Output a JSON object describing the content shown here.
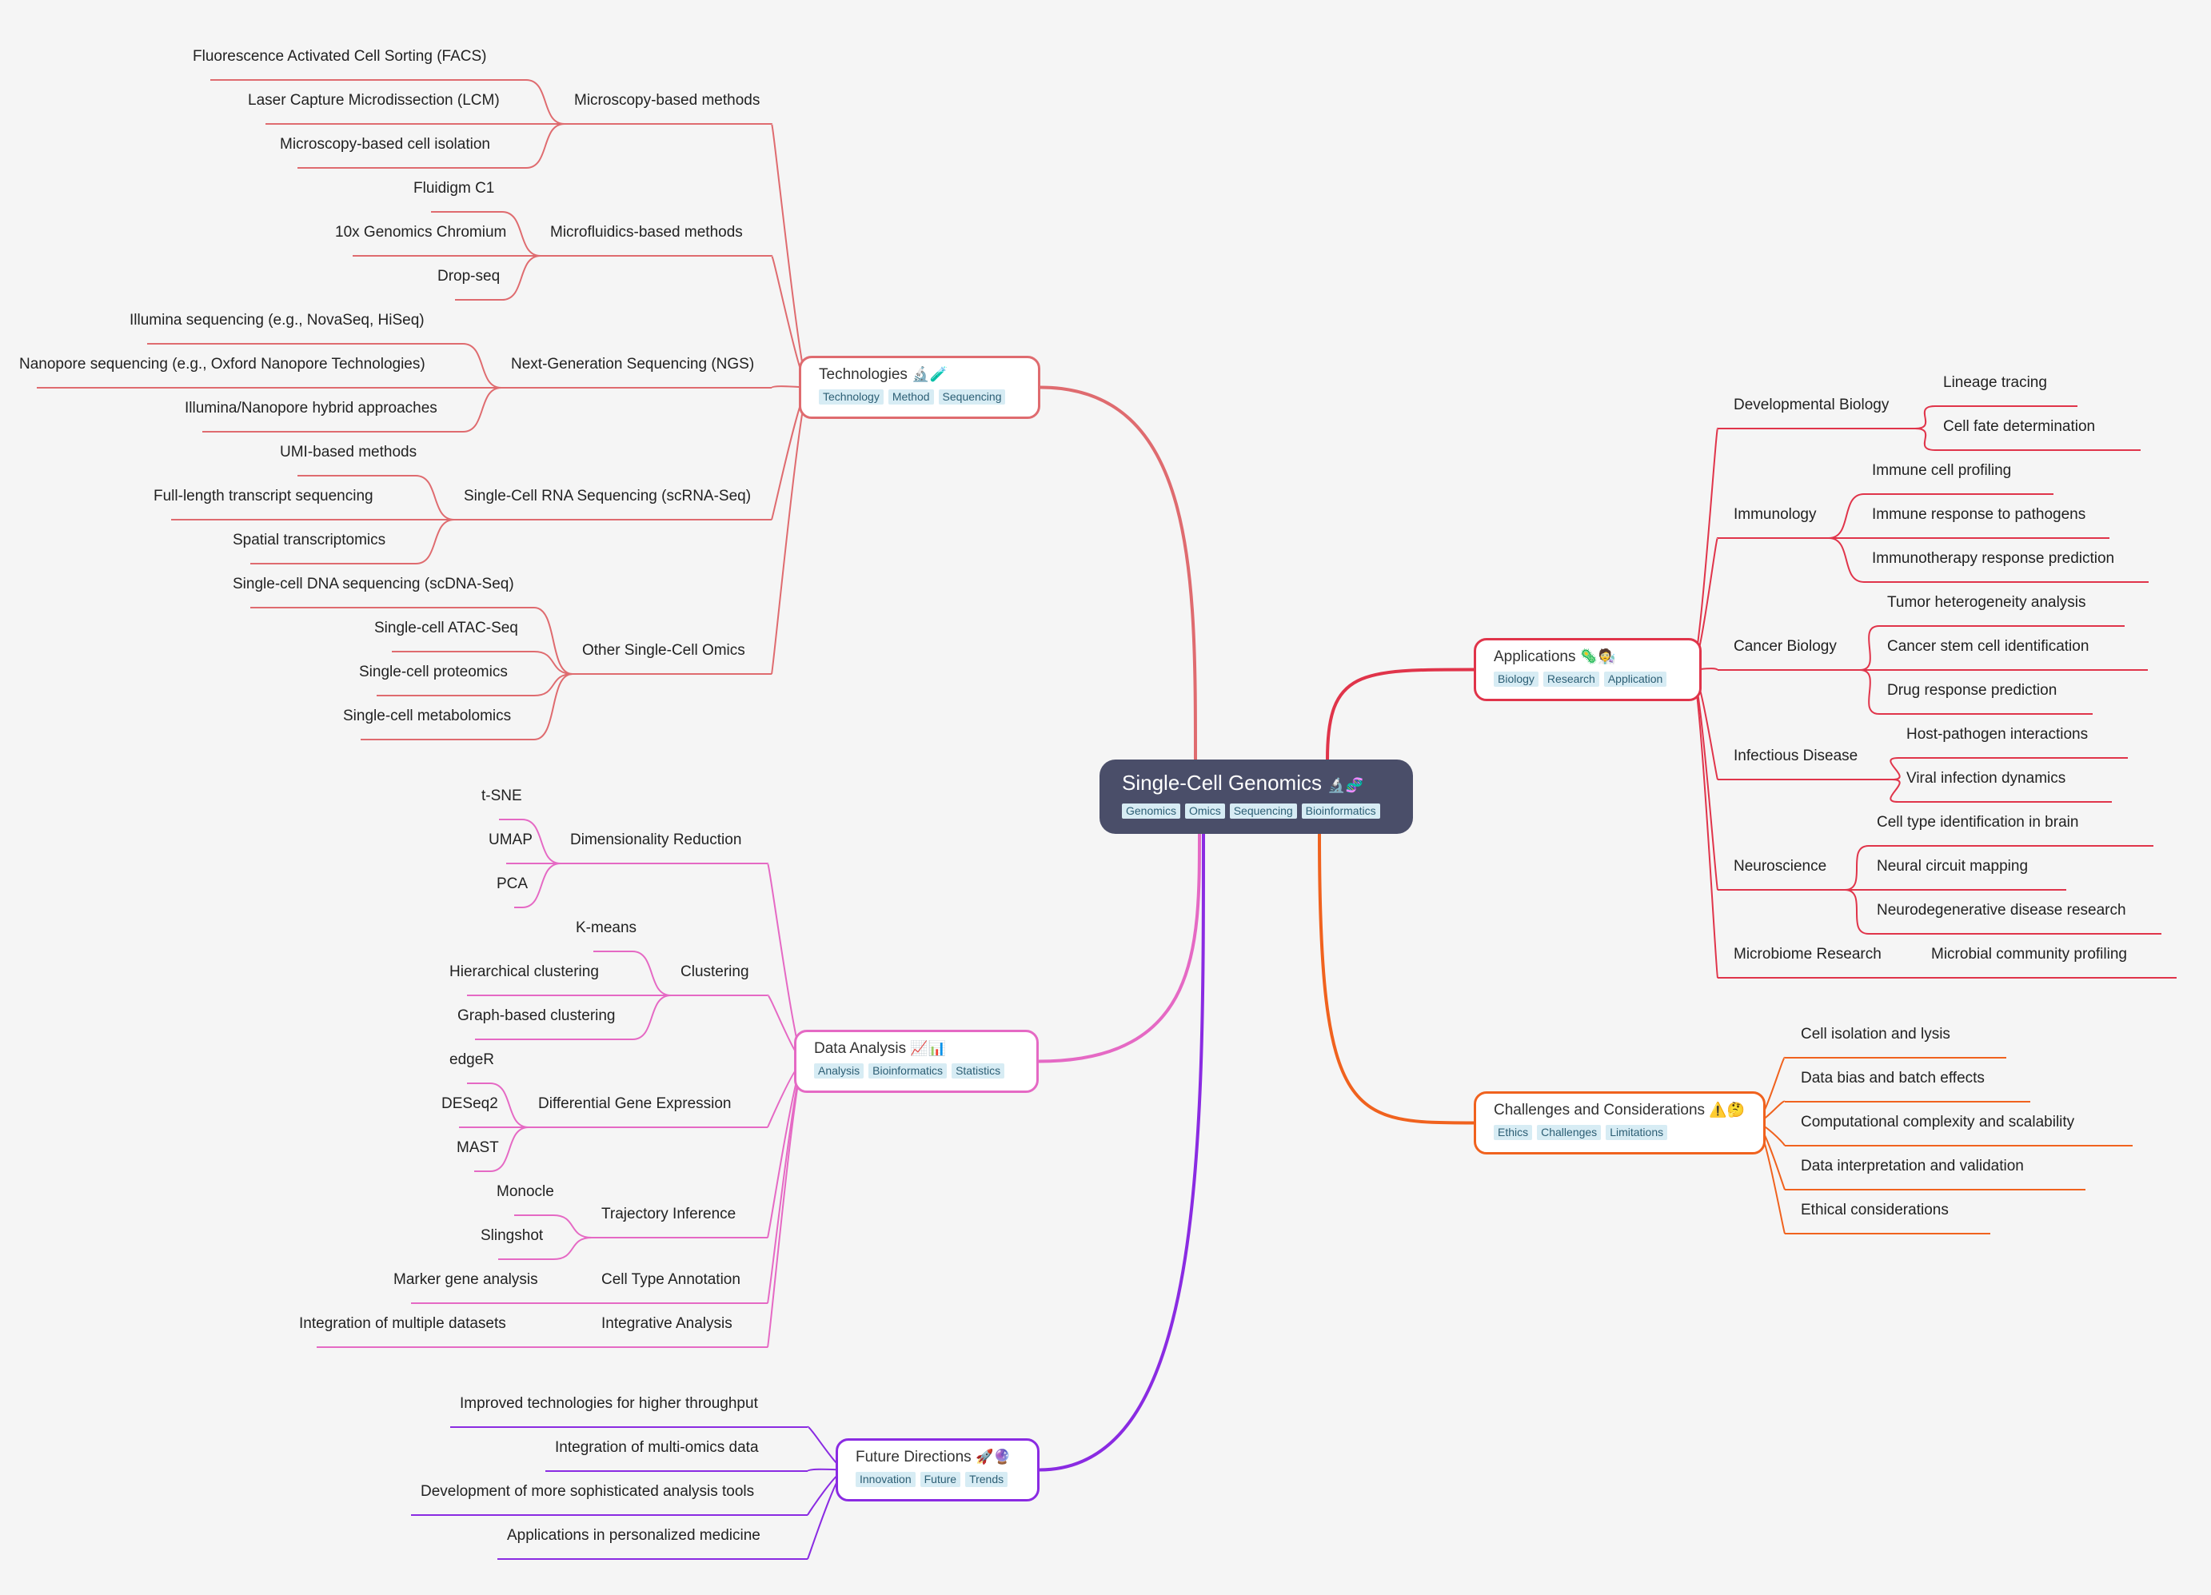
{
  "root": {
    "title": "Single-Cell Genomics",
    "emoji": "🔬🧬",
    "tags": [
      "Genomics",
      "Omics",
      "Sequencing",
      "Bioinformatics"
    ]
  },
  "branches": [
    {
      "id": "technologies",
      "title": "Technologies",
      "emoji": "🔬🧪",
      "tags": [
        "Technology",
        "Method",
        "Sequencing"
      ],
      "color": "#df6b6f",
      "side": "left",
      "children": [
        {
          "label": "Microscopy-based methods",
          "children": [
            "Fluorescence Activated Cell Sorting (FACS)",
            "Laser Capture Microdissection (LCM)",
            "Microscopy-based cell isolation"
          ]
        },
        {
          "label": "Microfluidics-based methods",
          "children": [
            "Fluidigm C1",
            "10x Genomics Chromium",
            "Drop-seq"
          ]
        },
        {
          "label": "Next-Generation Sequencing (NGS)",
          "children": [
            "Illumina sequencing (e.g., NovaSeq, HiSeq)",
            "Nanopore sequencing (e.g., Oxford Nanopore Technologies)",
            "Illumina/Nanopore hybrid approaches"
          ]
        },
        {
          "label": "Single-Cell RNA Sequencing (scRNA-Seq)",
          "children": [
            "UMI-based methods",
            "Full-length transcript sequencing",
            "Spatial transcriptomics"
          ]
        },
        {
          "label": "Other Single-Cell Omics",
          "children": [
            "Single-cell DNA sequencing (scDNA-Seq)",
            "Single-cell ATAC-Seq",
            "Single-cell proteomics",
            "Single-cell metabolomics"
          ]
        }
      ]
    },
    {
      "id": "data-analysis",
      "title": "Data Analysis",
      "emoji": "📈📊",
      "tags": [
        "Analysis",
        "Bioinformatics",
        "Statistics"
      ],
      "color": "#e569c4",
      "side": "left",
      "children": [
        {
          "label": "Dimensionality Reduction",
          "children": [
            "t-SNE",
            "UMAP",
            "PCA"
          ]
        },
        {
          "label": "Clustering",
          "children": [
            "K-means",
            "Hierarchical clustering",
            "Graph-based clustering"
          ]
        },
        {
          "label": "Differential Gene Expression",
          "children": [
            "edgeR",
            "DESeq2",
            "MAST"
          ]
        },
        {
          "label": "Trajectory Inference",
          "children": [
            "Monocle",
            "Slingshot"
          ]
        },
        {
          "label": "Cell Type Annotation",
          "children": [
            "Marker gene analysis"
          ]
        },
        {
          "label": "Integrative Analysis",
          "children": [
            "Integration of multiple datasets"
          ]
        }
      ]
    },
    {
      "id": "future-directions",
      "title": "Future Directions",
      "emoji": "🚀🔮",
      "tags": [
        "Innovation",
        "Future",
        "Trends"
      ],
      "color": "#8a2be2",
      "side": "left",
      "children": [
        {
          "label": "Improved technologies for higher throughput",
          "children": []
        },
        {
          "label": "Integration of multi-omics data",
          "children": []
        },
        {
          "label": "Development of more sophisticated analysis tools",
          "children": []
        },
        {
          "label": "Applications in personalized medicine",
          "children": []
        }
      ]
    },
    {
      "id": "applications",
      "title": "Applications",
      "emoji": "🦠🧑‍🔬",
      "tags": [
        "Biology",
        "Research",
        "Application"
      ],
      "color": "#e0344a",
      "side": "right",
      "children": [
        {
          "label": "Developmental Biology",
          "children": [
            "Lineage tracing",
            "Cell fate determination"
          ]
        },
        {
          "label": "Immunology",
          "children": [
            "Immune cell profiling",
            "Immune response to pathogens",
            "Immunotherapy response prediction"
          ]
        },
        {
          "label": "Cancer Biology",
          "children": [
            "Tumor heterogeneity analysis",
            "Cancer stem cell identification",
            "Drug response prediction"
          ]
        },
        {
          "label": "Infectious Disease",
          "children": [
            "Host-pathogen interactions",
            "Viral infection dynamics"
          ]
        },
        {
          "label": "Neuroscience",
          "children": [
            "Cell type identification in brain",
            "Neural circuit mapping",
            "Neurodegenerative disease research"
          ]
        },
        {
          "label": "Microbiome Research",
          "children": [
            "Microbial community profiling"
          ]
        }
      ]
    },
    {
      "id": "challenges",
      "title": "Challenges and Considerations",
      "emoji": "⚠️🤔",
      "tags": [
        "Ethics",
        "Challenges",
        "Limitations"
      ],
      "color": "#f0621e",
      "side": "right",
      "children": [
        {
          "label": "Cell isolation and lysis",
          "children": []
        },
        {
          "label": "Data bias and batch effects",
          "children": []
        },
        {
          "label": "Computational complexity and scalability",
          "children": []
        },
        {
          "label": "Data interpretation and validation",
          "children": []
        },
        {
          "label": "Ethical considerations",
          "children": []
        }
      ]
    }
  ]
}
